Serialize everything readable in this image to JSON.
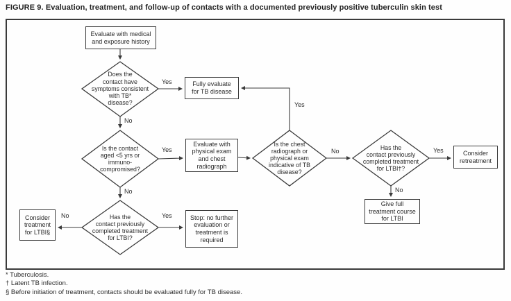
{
  "title": "FIGURE 9. Evaluation, treatment, and follow-up of contacts with a documented previously positive tuberculin skin test",
  "nodes": {
    "evaluate_history": "Evaluate with medical\nand exposure history",
    "fully_evaluate": "Fully evaluate\nfor TB disease",
    "physical_exam": "Evaluate with\nphysical exam\nand chest\nradiograph",
    "consider_retreatment": "Consider\nretreatment",
    "give_full_treatment": "Give full\ntreatment course\nfor LTBI",
    "consider_treatment": "Consider\ntreatment\nfor LTBI§",
    "stop": "Stop: no further\nevaluation or\ntreatment is\nrequired"
  },
  "decisions": {
    "symptoms": "Does the\ncontact have\nsymptoms consistent\nwith TB*\ndisease?",
    "age_immuno": "Is the contact\naged <5 yrs or\nimmuno-\ncompromised?",
    "xray_indicative": "Is the chest\nradiograph or\nphysical exam\nindicative of TB\ndisease?",
    "completed_treatment_right": "Has the\ncontact previously\ncompleted treatment\nfor LTBI†?",
    "completed_treatment_bottom": "Has the\ncontact previously\ncompleted treatment\nfor LTBI?"
  },
  "edge_labels": {
    "symptoms_yes": "Yes",
    "symptoms_no": "No",
    "age_yes": "Yes",
    "age_no": "No",
    "xray_yes": "Yes",
    "xray_no": "No",
    "completed_right_yes": "Yes",
    "completed_right_no": "No",
    "completed_bottom_no": "No",
    "completed_bottom_yes": "Yes"
  },
  "footnotes": [
    "* Tuberculosis.",
    "† Latent TB infection.",
    "§ Before initiation of treatment, contacts should be evaluated fully for TB disease."
  ],
  "colors": {
    "line": "#3a3a3a",
    "text": "#2b2b2b",
    "background": "#fefefe"
  }
}
